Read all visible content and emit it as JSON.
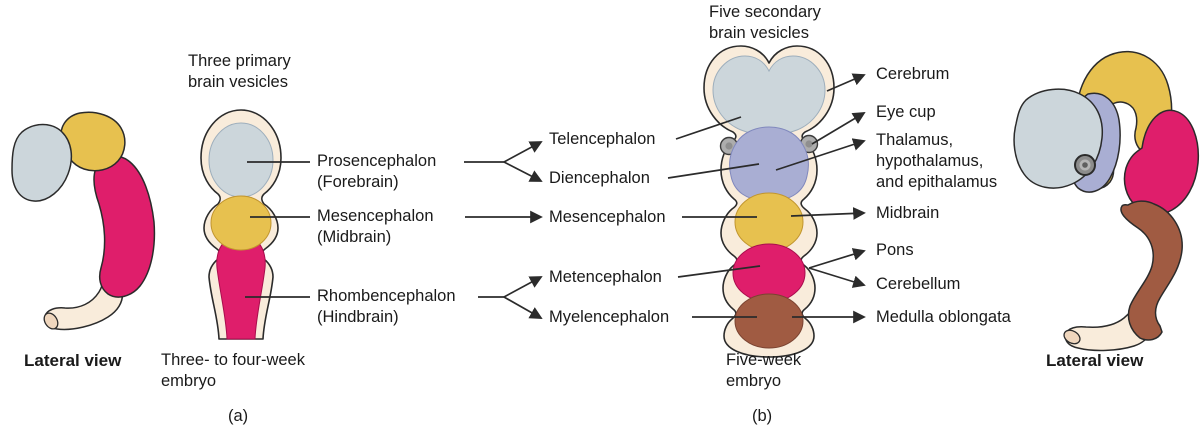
{
  "figure": {
    "panel_a": {
      "title_line1": "Three primary",
      "title_line2": "brain vesicles",
      "primary_vesicles": [
        {
          "name": "Prosencephalon",
          "common_name": "(Forebrain)"
        },
        {
          "name": "Mesencephalon",
          "common_name": "(Midbrain)"
        },
        {
          "name": "Rhombencephalon",
          "common_name": "(Hindbrain)"
        }
      ],
      "lateral_view_caption": "Lateral view",
      "embryo_caption_line1": "Three- to four-week",
      "embryo_caption_line2": "embryo",
      "panel_label": "(a)"
    },
    "panel_b": {
      "title_line1": "Five secondary",
      "title_line2": "brain vesicles",
      "secondary_vesicles": [
        {
          "name": "Telencephalon"
        },
        {
          "name": "Diencephalon"
        },
        {
          "name": "Mesencephalon"
        },
        {
          "name": "Metencephalon"
        },
        {
          "name": "Myelencephalon"
        }
      ],
      "adult_structures": [
        {
          "label": "Cerebrum"
        },
        {
          "label": "Eye cup"
        },
        {
          "line1": "Thalamus,",
          "line2": "hypothalamus,",
          "line3": "and epithalamus"
        },
        {
          "label": "Midbrain"
        },
        {
          "label": "Pons"
        },
        {
          "label": "Cerebellum"
        },
        {
          "label": "Medulla oblongata"
        }
      ],
      "embryo_caption_line1": "Five-week",
      "embryo_caption_line2": "embryo",
      "panel_label": "(b)",
      "lateral_view_caption": "Lateral view"
    }
  },
  "colors": {
    "gray_vesicle": "#ccd6db",
    "gray_edge": "#9daebc",
    "blue_vesicle": "#a9aed3",
    "blue_edge": "#8088bd",
    "yellow_vesicle": "#e7c14f",
    "yellow_edge": "#c1952e",
    "magenta_vesicle": "#df1e6b",
    "magenta_edge": "#a90d4d",
    "brown_vesicle": "#a05b42",
    "brown_edge": "#7a4331",
    "cream": "#f9ecdb",
    "outline": "#2b2b2b",
    "text": "#1a1a1a",
    "eye_cup_fill": "#adadad",
    "eye_cup_edge": "#3c3c3c"
  }
}
